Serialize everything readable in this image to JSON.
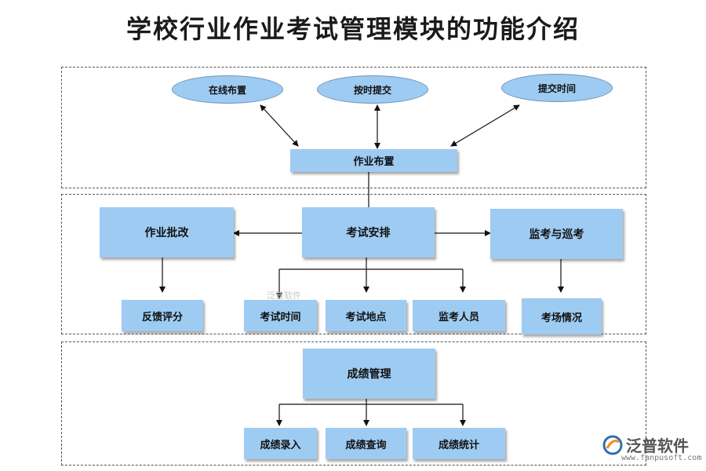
{
  "title": "学校行业作业考试管理模块的功能介绍",
  "ellipses": [
    "在线布置",
    "按时提交",
    "提交时间"
  ],
  "homework_assign": "作业布置",
  "main_boxes": {
    "grading": "作业批改",
    "exam_schedule": "考试安排",
    "invigilation": "监考与巡考"
  },
  "sub_boxes": {
    "feedback": "反馈评分",
    "exam_time": "考试时间",
    "exam_location": "考试地点",
    "invigilator": "监考人员",
    "exam_status": "考场情况"
  },
  "grades": {
    "management": "成绩管理",
    "entry": "成绩录入",
    "query": "成绩查询",
    "statistics": "成绩统计"
  },
  "watermark": "泛普软件",
  "logo": {
    "name": "泛普软件",
    "url": "www.fanpusoft.com",
    "colors": {
      "blue": "#2f6fb5",
      "orange": "#f08c1e"
    }
  }
}
